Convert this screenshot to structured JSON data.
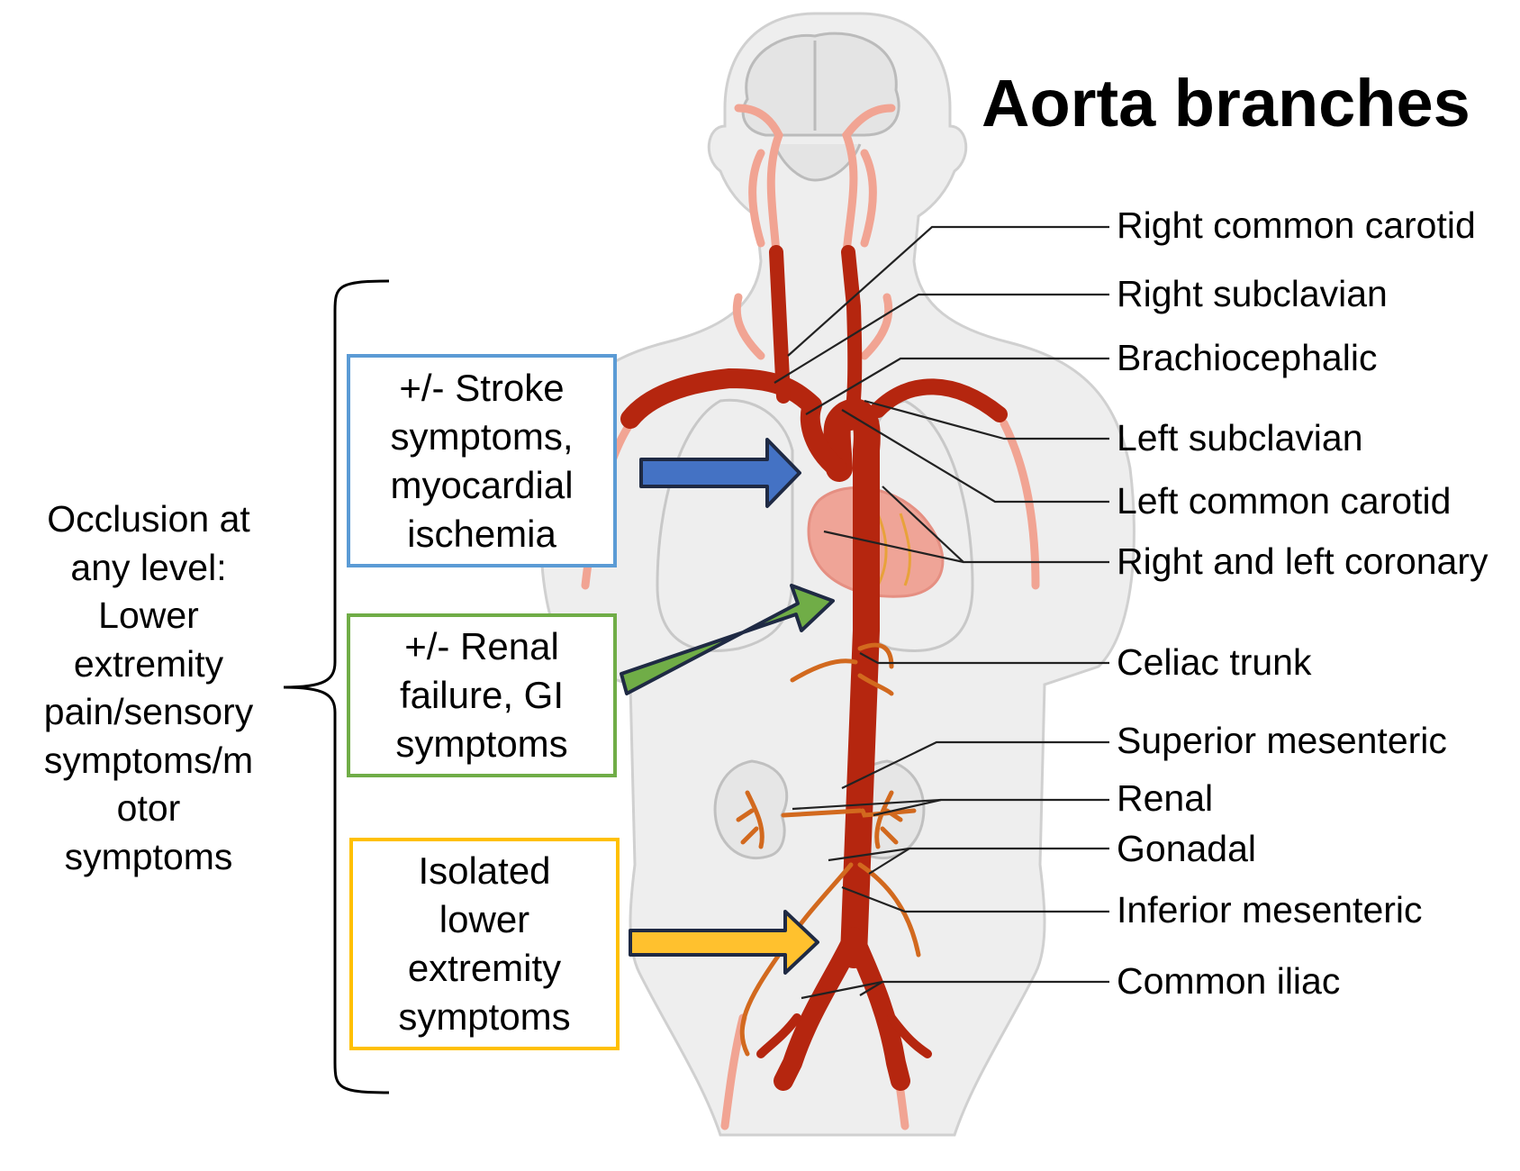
{
  "title": "Aorta branches",
  "side_note": "Occlusion at\nany level:\nLower\nextremity\npain/sensory\nsymptoms/m\notor\nsymptoms",
  "boxes": [
    {
      "id": "stroke",
      "text": "+/- Stroke\nsymptoms,\nmyocardial\nischemia",
      "color": "#5B9BD5"
    },
    {
      "id": "renal",
      "text": "+/- Renal\nfailure, GI\nsymptoms",
      "color": "#70AD47"
    },
    {
      "id": "lower",
      "text": "Isolated\nlower\nextremity\nsymptoms",
      "color": "#FFC000"
    }
  ],
  "arrow_colors": {
    "blue": "#4472C4",
    "green": "#70AD47",
    "yellow": "#FFC12E",
    "outline": "#1F2A44"
  },
  "vessel_colors": {
    "aorta": "#B5260F",
    "artery_light": "#F1A493",
    "branch": "#D2691E",
    "body": "#EEEEEE",
    "heart": "#F08C7A"
  },
  "labels": [
    {
      "id": "right-common-carotid",
      "text": "Right common carotid"
    },
    {
      "id": "right-subclavian",
      "text": "Right subclavian"
    },
    {
      "id": "brachiocephalic",
      "text": "Brachiocephalic"
    },
    {
      "id": "left-subclavian",
      "text": "Left subclavian"
    },
    {
      "id": "left-common-carotid",
      "text": "Left common carotid"
    },
    {
      "id": "right-left-coronary",
      "text": "Right and left coronary"
    },
    {
      "id": "celiac-trunk",
      "text": "Celiac trunk"
    },
    {
      "id": "superior-mesenteric",
      "text": "Superior mesenteric"
    },
    {
      "id": "renal",
      "text": "Renal"
    },
    {
      "id": "gonadal",
      "text": "Gonadal"
    },
    {
      "id": "inferior-mesenteric",
      "text": "Inferior mesenteric"
    },
    {
      "id": "common-iliac",
      "text": "Common iliac"
    }
  ]
}
